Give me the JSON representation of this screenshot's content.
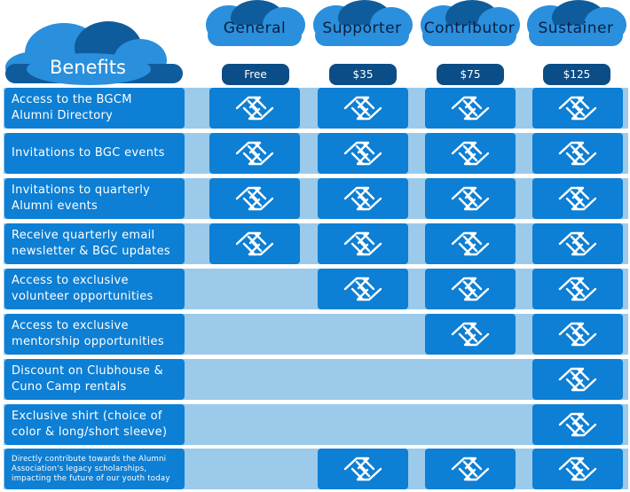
{
  "header": {
    "benefits_title": "Benefits",
    "tiers": [
      {
        "name": "General",
        "price": "Free"
      },
      {
        "name": "Supporter",
        "price": "$35"
      },
      {
        "name": "Contributor",
        "price": "$75"
      },
      {
        "name": "Sustainer",
        "price": "$125"
      }
    ]
  },
  "rows": [
    {
      "label": "Access to the BGCM Alumni Directory",
      "included": [
        true,
        true,
        true,
        true
      ]
    },
    {
      "label": "Invitations to BGC events",
      "included": [
        true,
        true,
        true,
        true
      ]
    },
    {
      "label": "Invitations to quarterly Alumni events",
      "included": [
        true,
        true,
        true,
        true
      ]
    },
    {
      "label": "Receive quarterly email newsletter & BGC updates",
      "included": [
        true,
        true,
        true,
        true
      ]
    },
    {
      "label": "Access to exclusive volunteer opportunities",
      "included": [
        false,
        true,
        true,
        true
      ]
    },
    {
      "label": "Access to exclusive mentorship opportunities",
      "included": [
        false,
        false,
        true,
        true
      ]
    },
    {
      "label": "Discount on Clubhouse & Cuno Camp rentals",
      "included": [
        false,
        false,
        false,
        true
      ]
    },
    {
      "label": "Exclusive shirt (choice of color & long/short sleeve)",
      "included": [
        false,
        false,
        false,
        true
      ]
    },
    {
      "label": "Directly contribute towards the Alumni Association's legacy scholarships, impacting the future of our youth today",
      "included": [
        false,
        true,
        true,
        true
      ]
    }
  ],
  "icon": "handshake-logo-icon",
  "colors": {
    "cell": "#0d7fd4",
    "row_band": "#9ccaea",
    "price_pill": "#0b4d86",
    "cloud_light": "#2a8fdc",
    "cloud_dark": "#0f5c9c",
    "tier_text": "#0d1e3f"
  }
}
